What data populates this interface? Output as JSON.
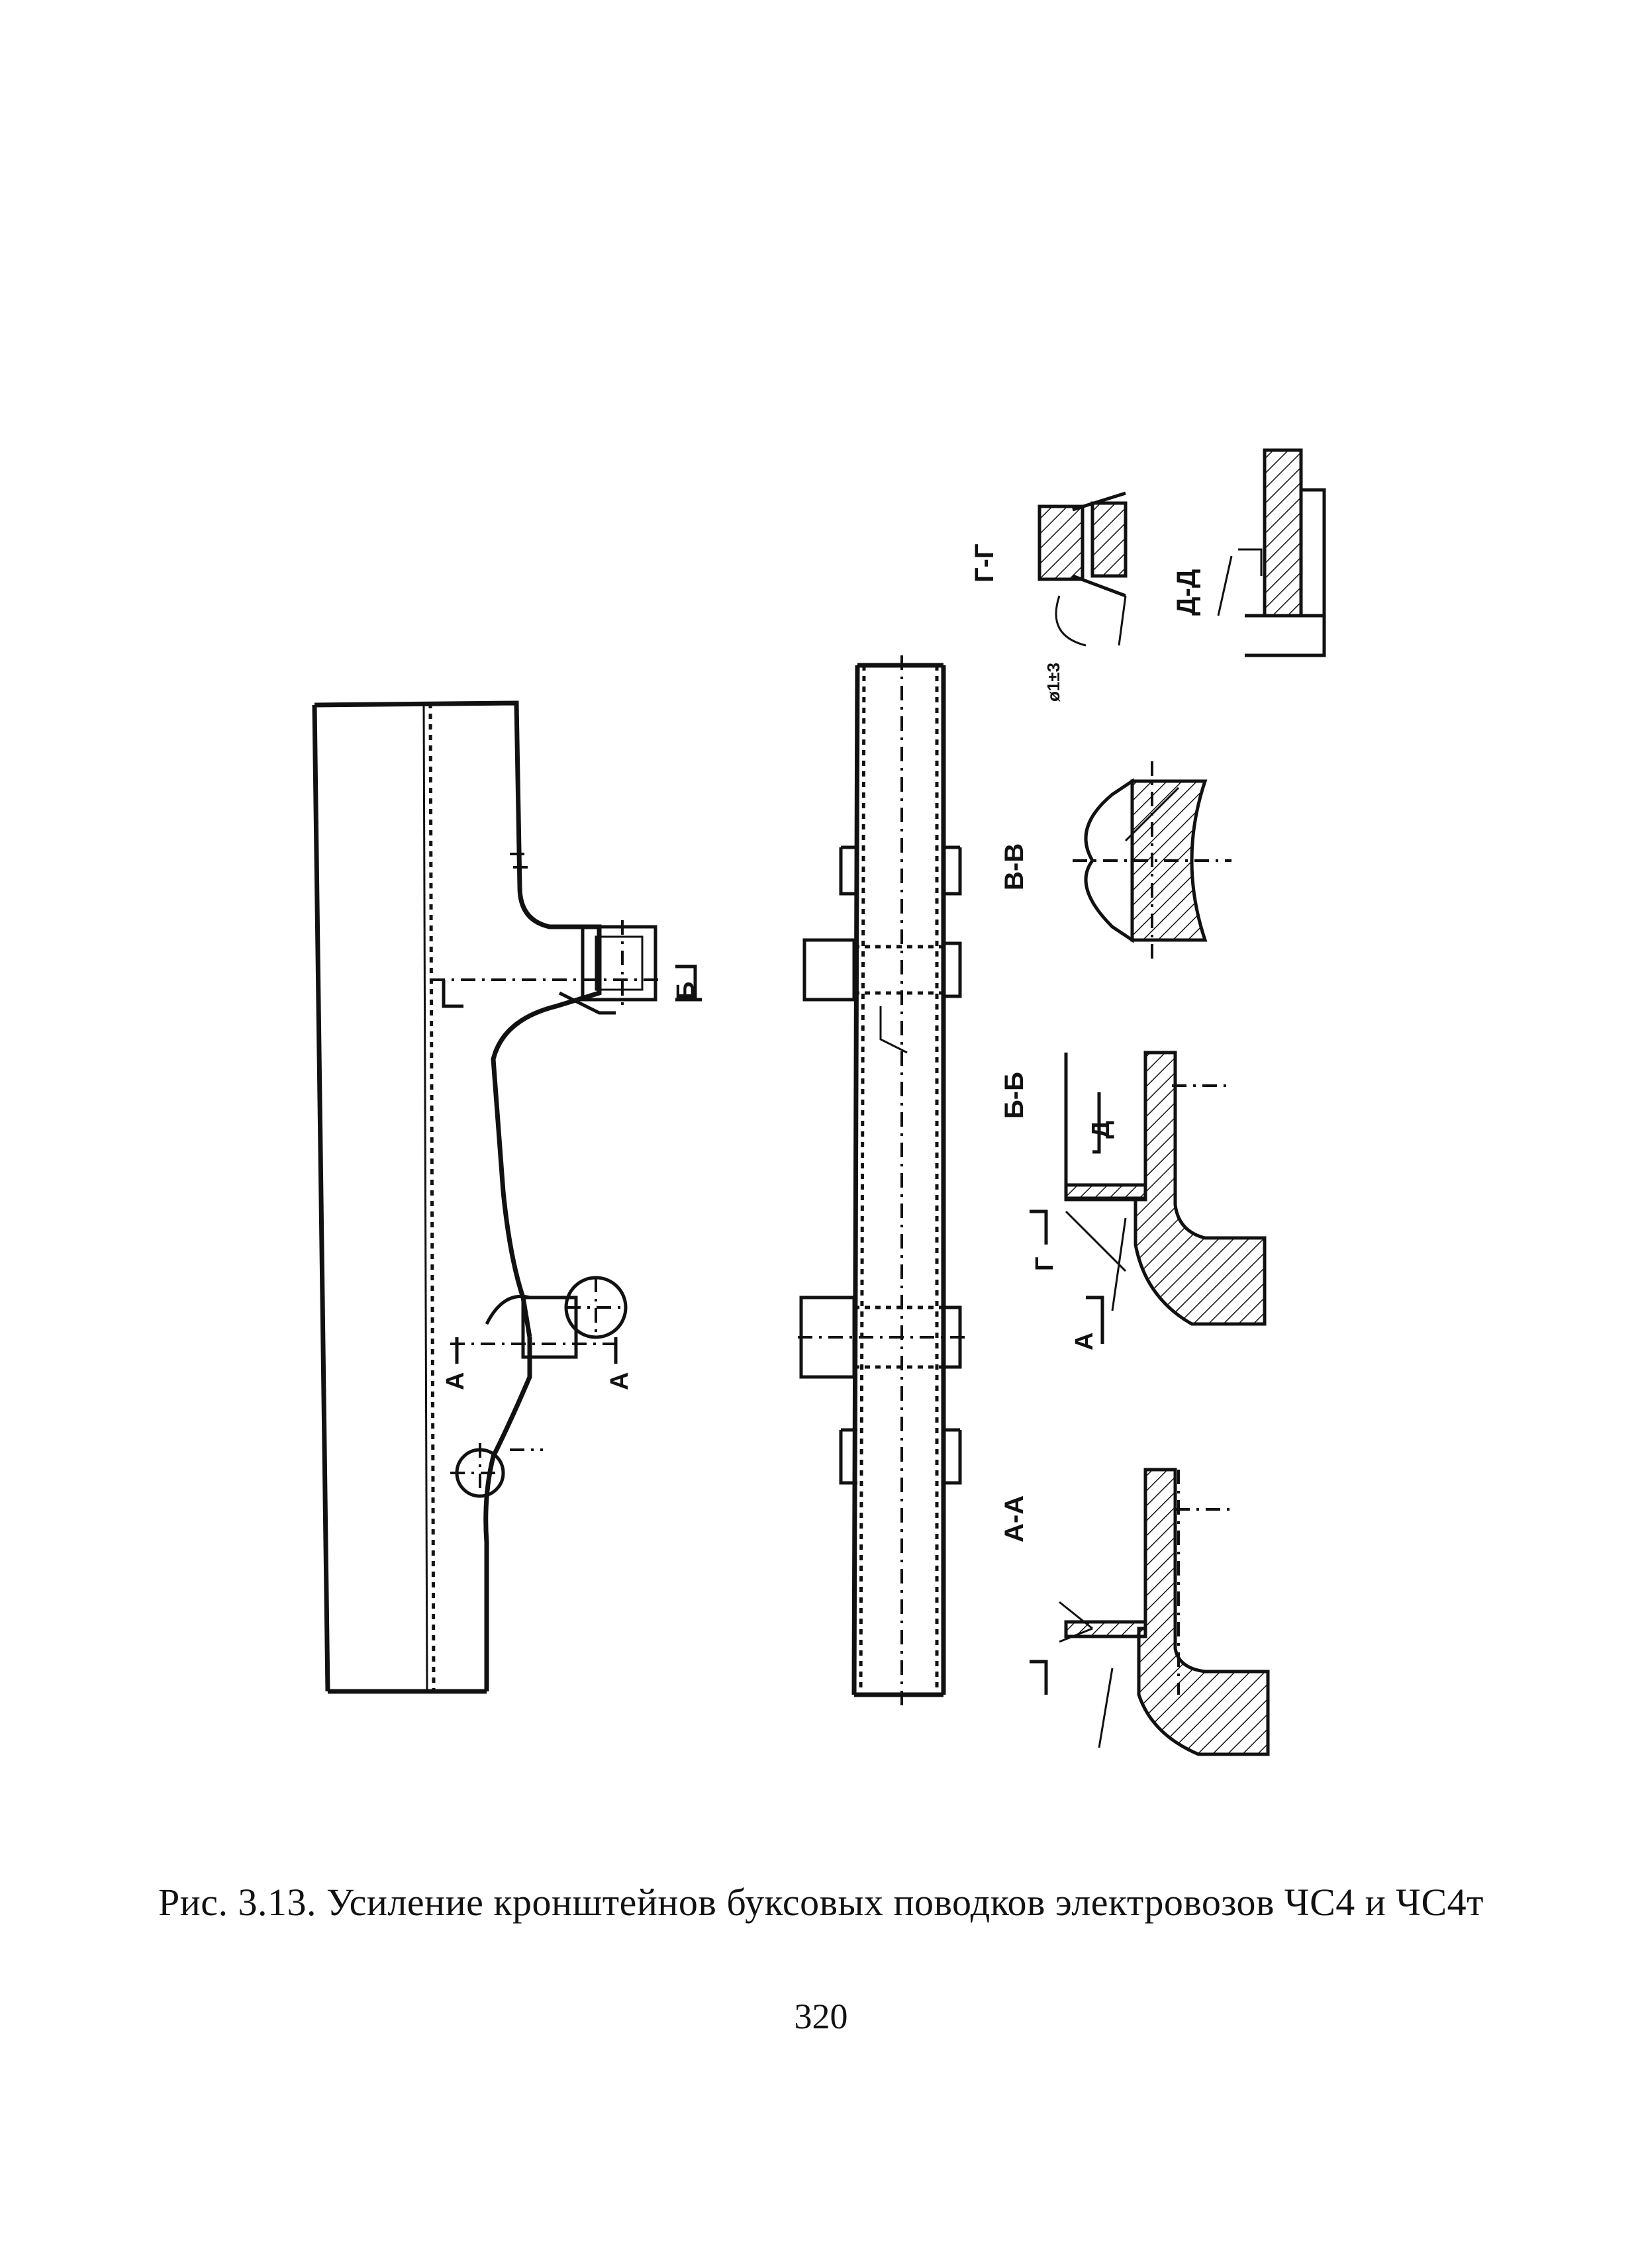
{
  "figure": {
    "section_labels": {
      "a_a": "А-А",
      "b_b": "Б-Б",
      "v_v": "В-В",
      "g_g": "Г-Г",
      "d_d": "Д-Д"
    },
    "cut_markers": {
      "a": "А",
      "b": "Б",
      "g": "Г",
      "d": "Д"
    }
  },
  "caption": "Рис. 3.13. Усиление кронштейнов буксовых поводков электровозов ЧС4 и ЧС4т",
  "page_number": "320"
}
